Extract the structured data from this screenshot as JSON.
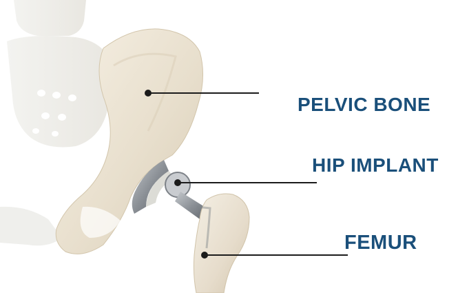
{
  "labels": {
    "pelvic_bone": "PELVIC BONE",
    "hip_implant": "HIP IMPLANT",
    "femur": "FEMUR"
  },
  "colors": {
    "label_text": "#1a4f7a",
    "leader_line": "#1b1b1b",
    "bone": "#ece4d4",
    "faded_bone": "#f1f1ee",
    "metal": "#8c9196",
    "liner": "#d9d9d4"
  }
}
